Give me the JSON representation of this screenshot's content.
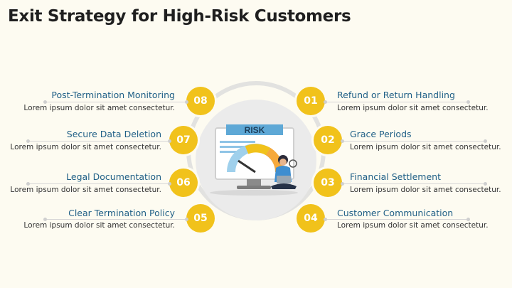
{
  "title": "Exit Strategy for High-Risk Customers",
  "center": {
    "sign_label": "RISK"
  },
  "items": [
    {
      "num": "01",
      "title": "Refund or Return Handling",
      "desc": "Lorem ipsum dolor sit amet consectetur."
    },
    {
      "num": "02",
      "title": "Grace Periods",
      "desc": "Lorem ipsum dolor sit amet consectetur."
    },
    {
      "num": "03",
      "title": "Financial Settlement",
      "desc": "Lorem ipsum dolor sit amet consectetur."
    },
    {
      "num": "04",
      "title": "Customer Communication",
      "desc": "Lorem ipsum dolor sit amet consectetur."
    },
    {
      "num": "05",
      "title": "Clear Termination Policy",
      "desc": "Lorem ipsum dolor sit amet consectetur."
    },
    {
      "num": "06",
      "title": "Legal Documentation",
      "desc": "Lorem ipsum dolor sit amet consectetur."
    },
    {
      "num": "07",
      "title": "Secure Data Deletion",
      "desc": "Lorem ipsum dolor sit amet consectetur."
    },
    {
      "num": "08",
      "title": "Post-Termination Monitoring",
      "desc": "Lorem ipsum dolor sit amet consectetur."
    }
  ],
  "colors": {
    "badge": "#f1c21b",
    "title_text": "#1f5f86",
    "sign": "#5ea8d6"
  }
}
